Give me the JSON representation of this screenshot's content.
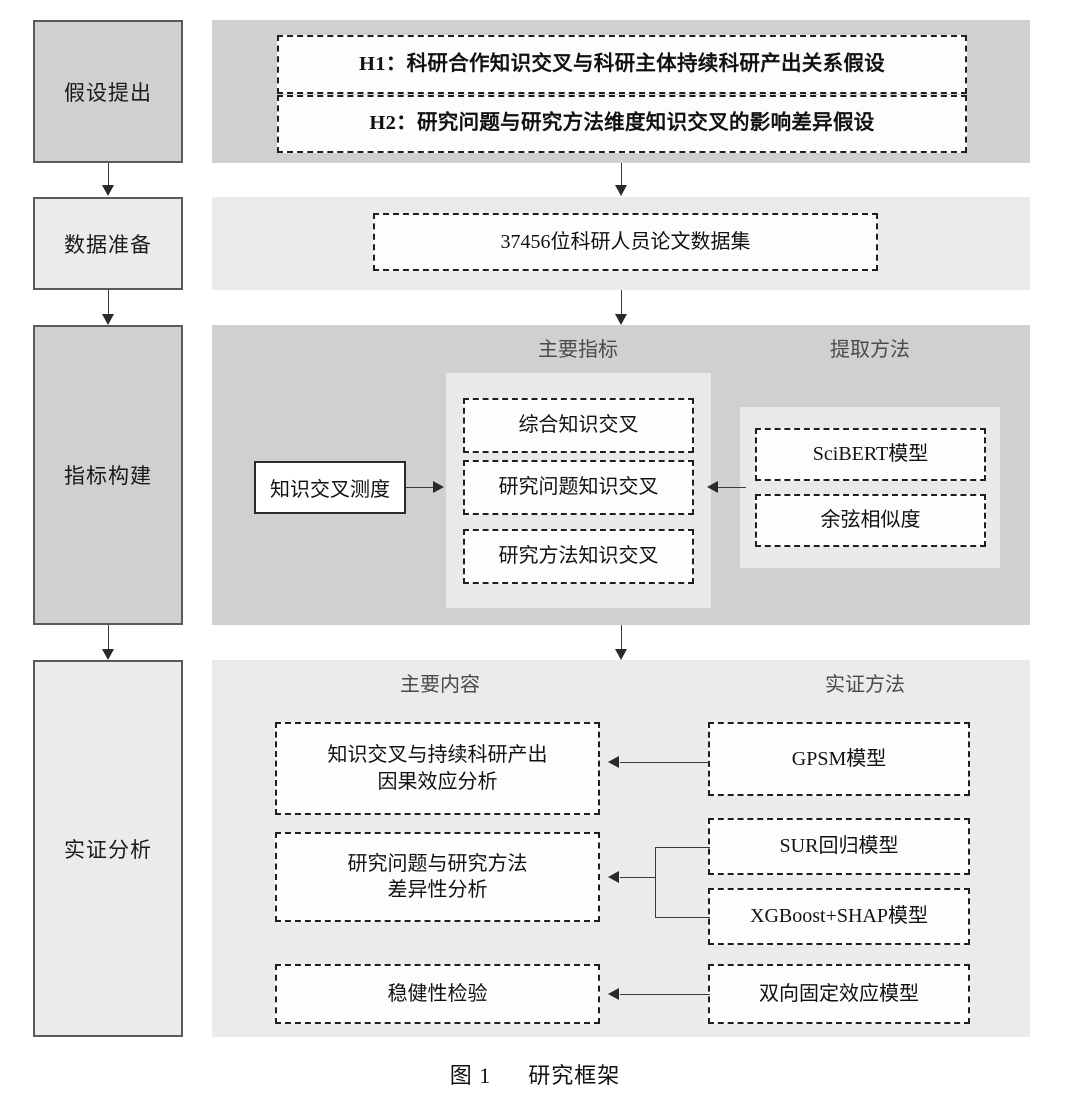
{
  "figure": {
    "caption_label": "图 1",
    "caption_title": "研究框架"
  },
  "stages": [
    {
      "label": "假设提出"
    },
    {
      "label": "数据准备"
    },
    {
      "label": "指标构建"
    },
    {
      "label": "实证分析"
    }
  ],
  "sections": {
    "hypothesis": {
      "boxes": [
        {
          "label": "H1：科研合作知识交叉与科研主体持续科研产出关系假设"
        },
        {
          "label": "H2：研究问题与研究方法维度知识交叉的影响差异假设"
        }
      ]
    },
    "data_preparation": {
      "boxes": [
        {
          "label": "37456位科研人员论文数据集"
        }
      ]
    },
    "indicator_construction": {
      "column_headers": [
        {
          "label": "主要指标"
        },
        {
          "label": "提取方法"
        }
      ],
      "measure_box": {
        "label": "知识交叉测度"
      },
      "indicators": [
        {
          "label": "综合知识交叉"
        },
        {
          "label": "研究问题知识交叉"
        },
        {
          "label": "研究方法知识交叉"
        }
      ],
      "methods": [
        {
          "label": "SciBERT模型"
        },
        {
          "label": "余弦相似度"
        }
      ]
    },
    "empirical_analysis": {
      "column_headers": [
        {
          "label": "主要内容"
        },
        {
          "label": "实证方法"
        }
      ],
      "contents": [
        {
          "label": "知识交叉与持续科研产出\n因果效应分析"
        },
        {
          "label": "研究问题与研究方法\n差异性分析"
        },
        {
          "label": "稳健性检验"
        }
      ],
      "methods": [
        {
          "label": "GPSM模型"
        },
        {
          "label": "SUR回归模型"
        },
        {
          "label": "XGBoost+SHAP模型"
        },
        {
          "label": "双向固定效应模型"
        }
      ]
    }
  },
  "colors": {
    "band_dark": "#cfd0d1",
    "band_light": "#ebebeb",
    "subpanel": "#e9e9e9",
    "box_border": "#1f1f1f",
    "line": "#3a3a3a"
  }
}
